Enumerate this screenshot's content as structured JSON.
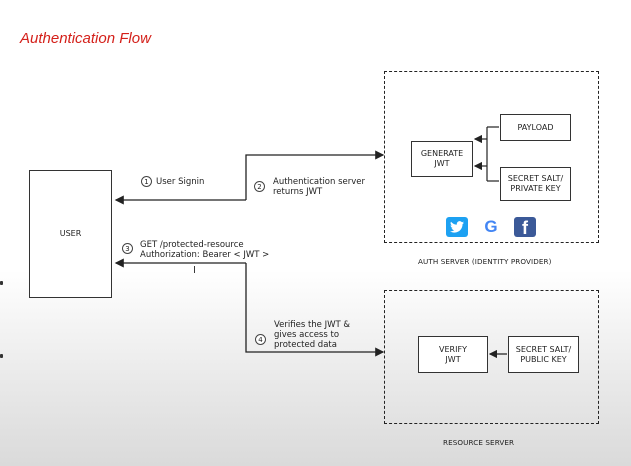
{
  "title": "Authentication Flow",
  "user_box": {
    "label": "USER"
  },
  "auth_server": {
    "caption": "AUTH SERVER (IDENTITY PROVIDER)",
    "generate": "GENERATE\nJWT",
    "payload": "PAYLOAD",
    "secret": "SECRET SALT/\nPRIVATE KEY",
    "social_icons": [
      "twitter-icon",
      "google-icon",
      "facebook-icon"
    ]
  },
  "resource_server": {
    "caption": "RESOURCE SERVER",
    "verify": "VERIFY\nJWT",
    "secret": "SECRET SALT/\nPUBLIC KEY"
  },
  "steps": [
    {
      "num": "1",
      "text": "User Signin"
    },
    {
      "num": "2",
      "text": "Authentication server\nreturns JWT"
    },
    {
      "num": "3",
      "text": "GET /protected-resource\nAuthorization: Bearer  < JWT >"
    },
    {
      "num": "4",
      "text": "Verifies the JWT &\ngives access to\nprotected data"
    }
  ],
  "colors": {
    "title": "#d4201a",
    "twitter": "#1da1f2",
    "facebook": "#3b5998"
  }
}
